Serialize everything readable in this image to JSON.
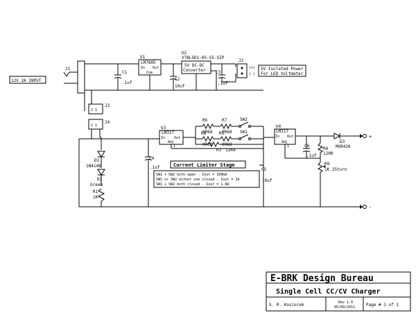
{
  "input": {
    "label": "12V 2A INPUT",
    "ref": "J1"
  },
  "u1": {
    "ref": "U1",
    "part": "LM7805",
    "pin_in": "In",
    "pin_out": "Out",
    "pin_com": "Com"
  },
  "u2": {
    "ref": "U2",
    "part": "V7BLSD1-05-S5-SIP",
    "line1": "5V DC-DC",
    "line2": "Converter"
  },
  "j2": {
    "ref": "J2",
    "plus": "(+)",
    "minus": "(-)",
    "label1": "5V Isolated Power",
    "label2": "For LED Voltmeter"
  },
  "c1": {
    "ref": "C1",
    "value": ".1uf"
  },
  "c2": {
    "ref": "C2",
    "value": "10uf"
  },
  "c3": {
    "ref": "C3",
    "value": ".1uf"
  },
  "j3": {
    "ref": "J3",
    "pins": "2 1"
  },
  "j4": {
    "ref": "J4",
    "pins": "2 1"
  },
  "d1": {
    "ref": "D1",
    "value": "1N4148"
  },
  "d2": {
    "ref": "D2",
    "value": "Green"
  },
  "r1": {
    "ref": "R1",
    "value": "1K"
  },
  "c4": {
    "ref": "C4",
    "value": ".1uf"
  },
  "u3": {
    "ref": "U3",
    "part": "LM317",
    "pin_in": "In",
    "pin_out": "Out",
    "pin_adj": "Adj"
  },
  "r6": {
    "ref": "R6",
    "value": "0R68"
  },
  "r7": {
    "ref": "R7",
    "value": "0R68"
  },
  "r8": {
    "ref": "R8",
    "value": "0R68"
  },
  "r5": {
    "ref": "R5",
    "value": "0R68"
  },
  "r3": {
    "ref": "R3",
    "value": "12R4"
  },
  "sw1": {
    "ref": "SW1"
  },
  "sw2": {
    "ref": "SW2"
  },
  "c5": {
    "ref": "C5",
    "value": "10uf"
  },
  "u4": {
    "ref": "U4",
    "part": "LM317",
    "pin_in": "In",
    "pin_out": "Out",
    "pin_adj": "Adj"
  },
  "c6": {
    "ref": "C6",
    "value": ".1uf"
  },
  "d3": {
    "ref": "D3",
    "value": "MUR420"
  },
  "r0": {
    "ref": "R0",
    "value": "120R"
  },
  "r9": {
    "ref": "R9",
    "value": "1K 25turn"
  },
  "output": {
    "plus": "+",
    "minus": "-"
  },
  "limiter": {
    "title": "Current Limiter Stage",
    "line1": "SW1 + SW2 both open - Iout = 100mA",
    "line2": "SW1 or SW2 either one closed - Iout = 1A",
    "line3": "SW1 + SW2 both closed - Iout = 1.8A"
  },
  "title_block": {
    "company": "E-BRK Design Bureau",
    "title": "Single Cell CC/CV Charger",
    "author": "S. R. Kosiorek",
    "rev": "Rev 1.0",
    "date": "05/09/2011",
    "page": "Page # 1 of 1"
  }
}
